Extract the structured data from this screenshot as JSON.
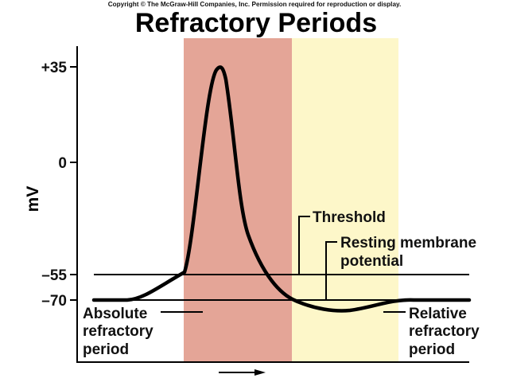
{
  "copyright": "Copyright © The McGraw-Hill Companies, Inc. Permission required for reproduction or display.",
  "title": "Refractory Periods",
  "y_axis": {
    "label": "mV",
    "ticks": [
      "+35",
      "0",
      "–55",
      "–70"
    ]
  },
  "annotations": {
    "threshold": "Threshold",
    "resting_line1": "Resting membrane",
    "resting_line2": "potential",
    "absolute_line1": "Absolute",
    "absolute_line2": "refractory",
    "absolute_line3": "period",
    "relative_line1": "Relative",
    "relative_line2": "refractory",
    "relative_line3": "period"
  },
  "colors": {
    "absolute_band": "#e4a597",
    "relative_band": "#fdf7c9",
    "trace": "#000000"
  },
  "chart_data": {
    "type": "line",
    "title": "Refractory Periods",
    "ylabel": "mV",
    "xlabel": "",
    "y_ticks": [
      35,
      0,
      -55,
      -70
    ],
    "reference_lines": [
      {
        "name": "Threshold",
        "y": -55
      },
      {
        "name": "Resting membrane potential",
        "y": -70
      }
    ],
    "regions": [
      "Absolute refractory period",
      "Relative refractory period"
    ],
    "peak_mV": 35,
    "undershoot_mV": -76
  }
}
